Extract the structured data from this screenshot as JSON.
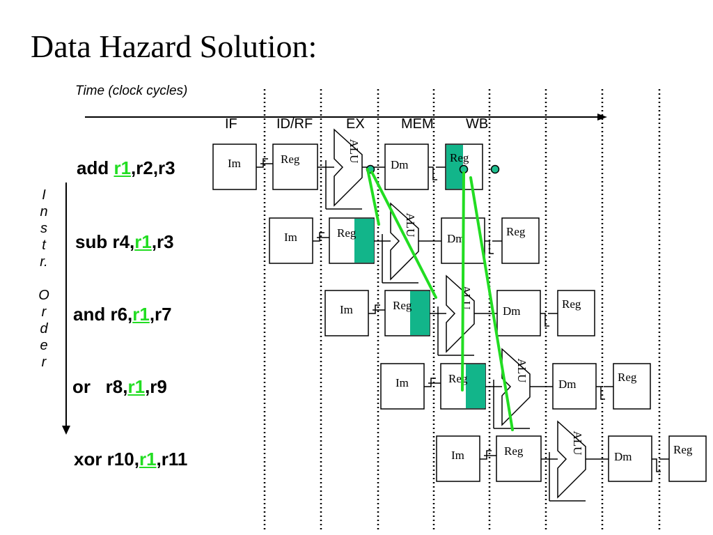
{
  "title": "Data Hazard Solution:",
  "axis_label": "Time (clock cycles)",
  "stages": [
    "IF",
    "ID/RF",
    "EX",
    "MEM",
    "WB"
  ],
  "order_label": [
    "I",
    "n",
    "s",
    "t",
    "r.",
    "",
    "O",
    "r",
    "d",
    "e",
    "r"
  ],
  "instructions": [
    {
      "pre": "add ",
      "reg": "r1",
      "post": ",r2,r3"
    },
    {
      "pre": "sub r4,",
      "reg": "r1",
      "post": ",r3"
    },
    {
      "pre": "and r6,",
      "reg": "r1",
      "post": ",r7"
    },
    {
      "pre": "or   r8,",
      "reg": "r1",
      "post": ",r9"
    },
    {
      "pre": "xor r10,",
      "reg": "r1",
      "post": ",r11"
    }
  ],
  "units": {
    "im": "Im",
    "reg": "Reg",
    "alu": "ALU",
    "dm": "Dm"
  },
  "colors": {
    "highlight_fill": "#12b58a",
    "forward_line": "#22dd22",
    "node_fill": "#1fbf8f"
  }
}
